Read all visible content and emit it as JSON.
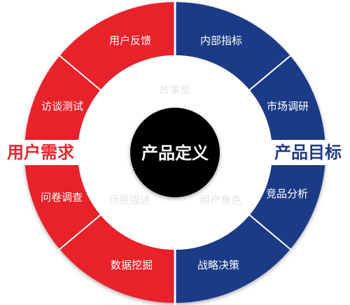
{
  "colors": {
    "left_ring": "#e8232c",
    "right_ring": "#1f3a86",
    "inner_fill": "#ffffff",
    "center_fill": "#050505",
    "divider": "#ffffff",
    "ghost_text": "#e4e4e4",
    "label_text": "#ffffff"
  },
  "center": {
    "label": "产品定义"
  },
  "left_group": {
    "title": "用户需求",
    "segments": [
      "用户反馈",
      "访谈测试",
      "问卷调查",
      "数据挖掘"
    ]
  },
  "right_group": {
    "title": "产品目标",
    "segments": [
      "内部指标",
      "市场调研",
      "竞品分析",
      "战略决策"
    ]
  },
  "inner_labels": [
    "故事板",
    "场景描述",
    "用户角色"
  ]
}
